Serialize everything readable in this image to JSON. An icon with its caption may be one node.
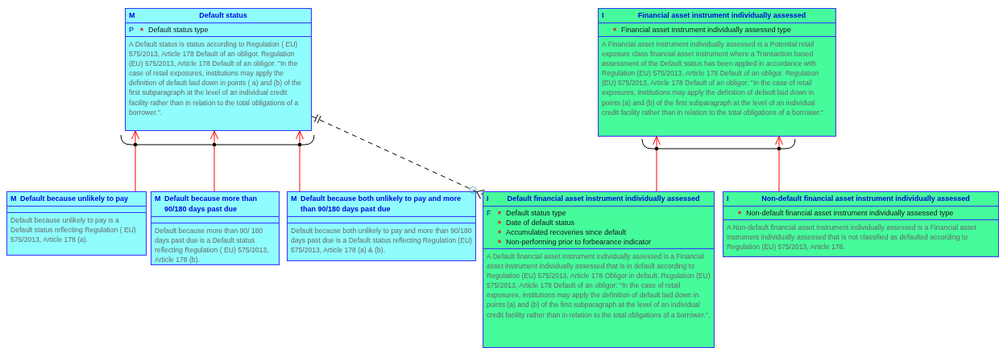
{
  "diagram": {
    "nodes": [
      {
        "text": [
          "M",
          "Default status",
          "P",
          "Default status type",
          "A Default status is status according to Regulation ( EU) 575/2013, Article 178 Default of an obligor. Regulation (EU) 575/2013, Article 178 Default of an obligor: \"In the case of retail exposures, institutions may apply the definition of default laid down in points ( a) and (b) of the first subparagraph at the level of an individual credit facility rather than in relation to the total obligations of a borrower.\"."
        ]
      },
      {
        "text": [
          "I",
          "Financial asset instrument individually assessed",
          "Financial asset instrument individually assessed type",
          "A Financial asset instrument individually assessed is a Potential retail exposure class financial asset instrument where a Transaction based assessment of the Default status has been applied in accordance with Regulation (EU) 575/2013, Article 178 Default of an obligor. Regulation (EU) 575/2013, Article 178 Default of an obligor: \"In the case of retail exposures, institutions may apply the definition of default laid down in points (a) and (b) of the first subparagraph at the level of an individual credit facility rather than in relation to the total obligations of a borrower.\"."
        ]
      },
      {
        "text": [
          "M",
          "Default because unlikely to pay",
          "Default because unlikely to pay is a Default status reflecting Regulation ( EU) 575/2013, Article 178 (a)."
        ]
      },
      {
        "text": [
          "M",
          "Default because more than 90/180 days past due",
          "Default because more than 90/ 180 days past due is a Default status reflecting Regulation ( EU) 575/2013, Article 178 (b)."
        ]
      },
      {
        "text": [
          "M",
          "Default because both unlikely to pay and more than 90/180 days past due",
          "Default because both unlikely to pay and more than 90/180 days past due is a Default status reflecting Regulation (EU) 575/2013, Article 178 (a) & (b)."
        ]
      },
      {
        "text": [
          "I",
          "Default financial asset instrument individually assessed",
          "F",
          "Default status type",
          "Date of default status",
          "Accumulated recoveries since default",
          "Non-performing prior to forbearance indicator",
          "A Default financial asset instrument individually assessed is a Financial asset instrument individually assessed that is in default according to Regulation (EU) 575/2013, Article 178 Obligor in default. Regulation (EU) 575/2013, Article 178 Default of an obligor: \"In the case of retail exposures, institutions may apply the definition of default laid down in points (a) and (b) of the first subparagraph at the level of an individual credit facility rather than in relation to the total obligations of a borrower.\"."
        ]
      },
      {
        "text": [
          "I",
          "Non-default financial asset instrument individually assessed",
          "Non-default financial asset instrument individually assessed type",
          "A Non-default financial asset instrument individually assessed is a Financial asset instrument individually assessed that is not classified as defaulted according to Regulation (EU) 575/2013, Article 178."
        ]
      }
    ],
    "edges": [
      {
        "from": 2,
        "to": 0,
        "arrow": "to"
      },
      {
        "from": 3,
        "to": 0,
        "arrow": "to"
      },
      {
        "from": 4,
        "to": 0,
        "arrow": "to"
      },
      {
        "from": 5,
        "to": 1,
        "arrow": "to"
      },
      {
        "from": 6,
        "to": 1,
        "arrow": "to"
      },
      {
        "from": 0,
        "to": 5,
        "arrow": "other",
        "style": "dashed",
        "color": "#000000"
      }
    ]
  }
}
